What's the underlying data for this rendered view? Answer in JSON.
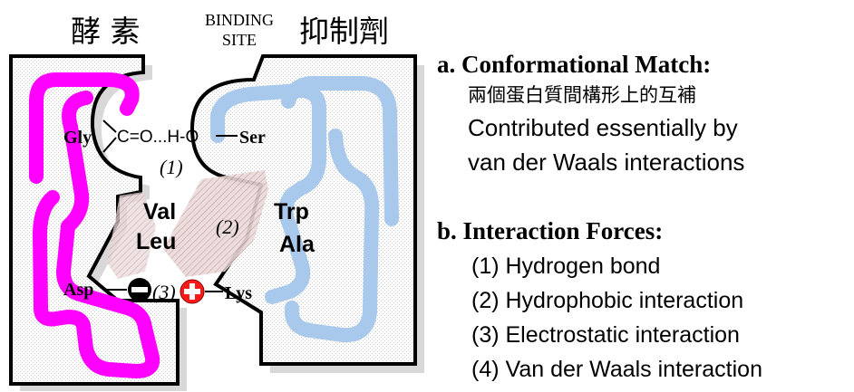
{
  "diagram": {
    "enzyme_label": "酵 素",
    "binding_site_line1": "BINDING",
    "binding_site_line2": "SITE",
    "inhibitor_label": "抑制劑",
    "bond_chain": "C=O...H-O",
    "gly": "Gly",
    "ser": "Ser",
    "site1": "(1)",
    "val": "Val",
    "leu": "Leu",
    "site2": "(2)",
    "trp": "Trp",
    "ala": "Ala",
    "asp": "Asp",
    "site3": "(3)",
    "lys": "Lys",
    "colors": {
      "enzyme_chain": "#ff00ff",
      "inhibitor_chain": "#a8c8ec",
      "negative_charge": "#000000",
      "positive_charge": "#ff1a1a",
      "hydrophobic_fill": "#e3cfcf"
    }
  },
  "legend": {
    "a_title": "a. Conformational Match:",
    "a_line1": "兩個蛋白質間構形上的互補",
    "a_line2": "Contributed essentially by",
    "a_line3": "van der Waals interactions",
    "b_title": "b. Interaction Forces:",
    "items": [
      "(1) Hydrogen bond",
      "(2) Hydrophobic interaction",
      "(3) Electrostatic interaction",
      "(4) Van der Waals interaction"
    ]
  }
}
